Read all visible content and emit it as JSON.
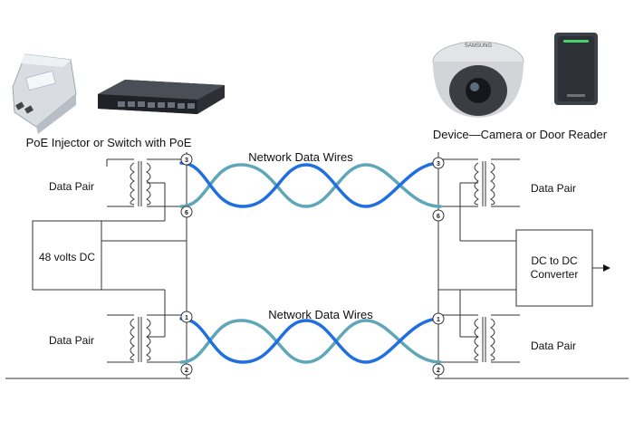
{
  "captions": {
    "source": "PoE Injector or Switch with PoE",
    "device": "Device—Camera or Door Reader"
  },
  "wires": {
    "top_label": "Network Data Wires",
    "bottom_label": "Network Data Wires"
  },
  "left": {
    "data_pair_top": "Data Pair",
    "power_box": "48 volts DC",
    "data_pair_bottom": "Data Pair"
  },
  "right": {
    "data_pair_top": "Data Pair",
    "converter_line1": "DC to DC",
    "converter_line2": "Converter",
    "data_pair_bottom": "Data Pair"
  },
  "pins": {
    "p3": "3",
    "p6": "6",
    "p1": "1",
    "p2": "2"
  },
  "device_brand": "SAMSUNG",
  "colors": {
    "wire_dark": "#1f6fe0",
    "wire_light": "#5fa7b8",
    "line": "#333333"
  },
  "icons": [
    "poe-injector-icon",
    "network-switch-icon",
    "dome-camera-icon",
    "door-reader-icon"
  ]
}
